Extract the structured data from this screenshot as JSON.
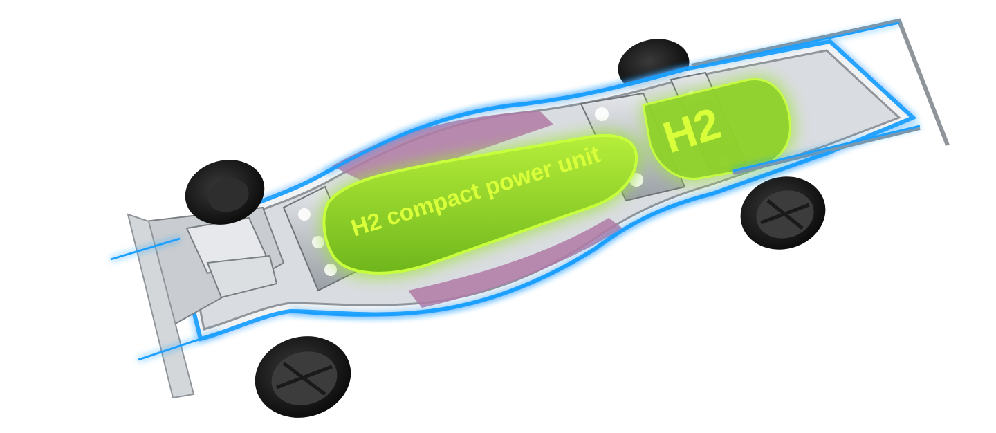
{
  "labels": {
    "power_unit": "H2 compact power unit",
    "tank": "H2"
  },
  "colors": {
    "background": "#ffffff",
    "frame": "#b8bcc2",
    "frame_dark": "#6e7378",
    "glow_blue": "#1ea0ff",
    "power_unit_fill": "#8fd12a",
    "power_unit_text": "#d8ff3a",
    "pod_purple": "#b07aa6",
    "tire": "#1a1a1a",
    "rim": "#3c3c3c"
  },
  "icons": [
    "wheel-front-left",
    "wheel-front-right",
    "wheel-rear-left",
    "wheel-rear-right",
    "hydrogen-tank",
    "power-unit",
    "chassis-frame"
  ]
}
